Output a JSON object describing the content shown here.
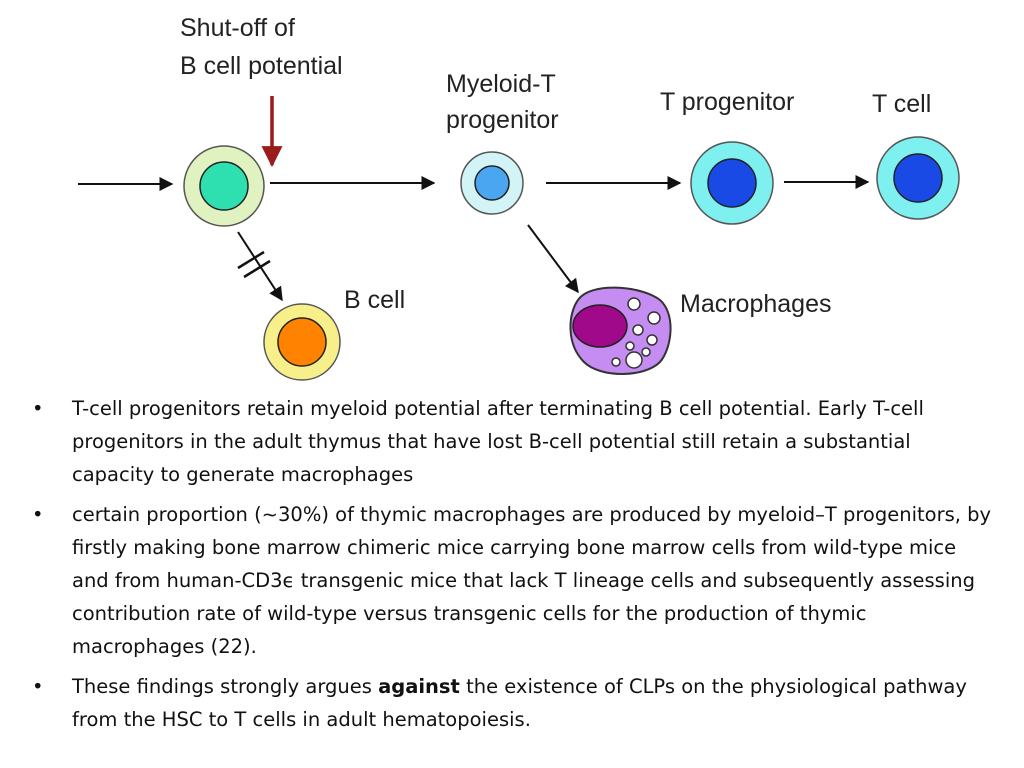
{
  "diagram": {
    "labels": {
      "shutoff_line1": "Shut-off of",
      "shutoff_line2": "B cell potential",
      "myeloid_line1": "Myeloid-T",
      "myeloid_line2": "progenitor",
      "t_progenitor": "T progenitor",
      "t_cell": "T cell",
      "b_cell": "B cell",
      "macrophages": "Macrophages"
    },
    "colors": {
      "progenitor_outer": "#dff2c0",
      "progenitor_inner": "#2ee0b0",
      "myeloid_outer": "#d3f4f6",
      "myeloid_inner": "#4aa6f0",
      "t_outer": "#7ff0f0",
      "t_inner": "#1a4ae6",
      "b_outer": "#f7f08a",
      "b_inner": "#ff8200",
      "macrophage_body": "#c58df2",
      "macrophage_nucleus": "#a0098a",
      "shutoff_arrow": "#9b1a1a"
    }
  },
  "bullets": {
    "marker": "•",
    "b1": "T-cell progenitors retain myeloid potential after terminating B cell potential. Early T-cell progenitors in the adult thymus that have lost B-cell potential still retain a substantial capacity to generate macrophages",
    "b2": "certain proportion (∼30%) of thymic macrophages are produced by myeloid–T progenitors, by firstly making bone marrow chimeric mice carrying bone marrow cells from wild-type mice and from human-CD3ϵ transgenic mice that lack T lineage cells and subsequently assessing contribution rate of wild-type versus transgenic cells for the production of thymic macrophages (22).",
    "b3_pre": "These findings strongly argues ",
    "b3_bold": "against",
    "b3_post": " the existence of CLPs on the physiological pathway from the HSC to T cells in adult hematopoiesis."
  }
}
